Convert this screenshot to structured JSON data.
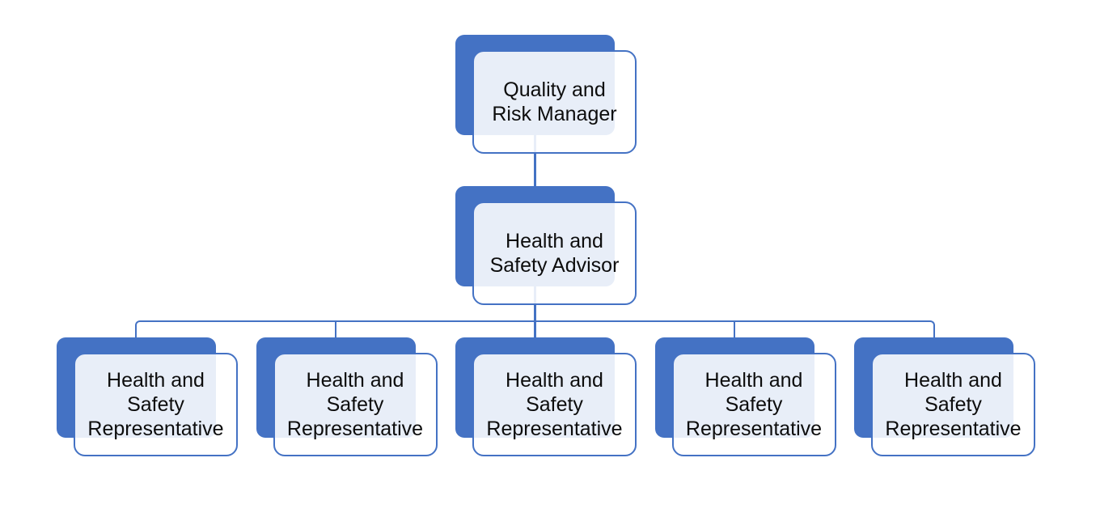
{
  "page": {
    "background": "#ffffff"
  },
  "org_chart": {
    "type": "org-chart",
    "accent_color": "#4472c4",
    "node_fill_overlay": "rgba(255,255,255,0.88)",
    "text_color": "#0d0d0d",
    "nodes": [
      {
        "id": "quality-and-risk-manager",
        "level": 1,
        "reports_to": null,
        "lines": [
          "Quality and",
          "Risk Manager"
        ]
      },
      {
        "id": "health-and-safety-advisor",
        "level": 2,
        "reports_to": "quality-and-risk-manager",
        "lines": [
          "Health and",
          "Safety Advisor"
        ]
      },
      {
        "id": "health-and-safety-representative-1",
        "level": 3,
        "reports_to": "health-and-safety-advisor",
        "lines": [
          "Health and",
          "Safety",
          "Representative"
        ]
      },
      {
        "id": "health-and-safety-representative-2",
        "level": 3,
        "reports_to": "health-and-safety-advisor",
        "lines": [
          "Health and",
          "Safety",
          "Representative"
        ]
      },
      {
        "id": "health-and-safety-representative-3",
        "level": 3,
        "reports_to": "health-and-safety-advisor",
        "lines": [
          "Health and",
          "Safety",
          "Representative"
        ]
      },
      {
        "id": "health-and-safety-representative-4",
        "level": 3,
        "reports_to": "health-and-safety-advisor",
        "lines": [
          "Health and",
          "Safety",
          "Representative"
        ]
      },
      {
        "id": "health-and-safety-representative-5",
        "level": 3,
        "reports_to": "health-and-safety-advisor",
        "lines": [
          "Health and",
          "Safety",
          "Representative"
        ]
      }
    ]
  }
}
